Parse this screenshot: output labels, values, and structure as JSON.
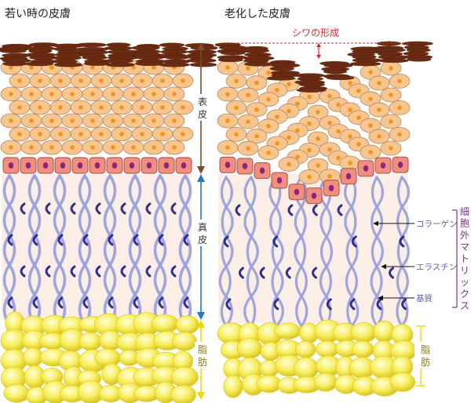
{
  "titles": {
    "young": "若い時の皮膚",
    "old": "老化した皮膚"
  },
  "layers": {
    "epidermis": "表皮",
    "dermis": "真皮",
    "fat": "脂肪"
  },
  "wrinkle": "シワの形成",
  "components": {
    "collagen": "コラーゲン",
    "elastin": "エラスチン",
    "matrix": "基質"
  },
  "ecm": "細胞外マトリックス",
  "colors": {
    "stratum_corneum": "#6b2b12",
    "spinous_cell": "#f7c68e",
    "nucleus": "#f2921f",
    "basal_cell": "#ef8f80",
    "basal_nucleus": "#8e2576",
    "dermis_bg": "#fbeee6",
    "collagen": "#9aa0dc",
    "elastin": "#2e2f8c",
    "fat": "#f4e64a",
    "arrow_brown": "#7a4a2a",
    "arrow_blue": "#1a7ac8",
    "arrow_yellow": "#f0d800",
    "wrinkle_red": "#d8262c",
    "ecm_purple": "#7b2f8e"
  }
}
